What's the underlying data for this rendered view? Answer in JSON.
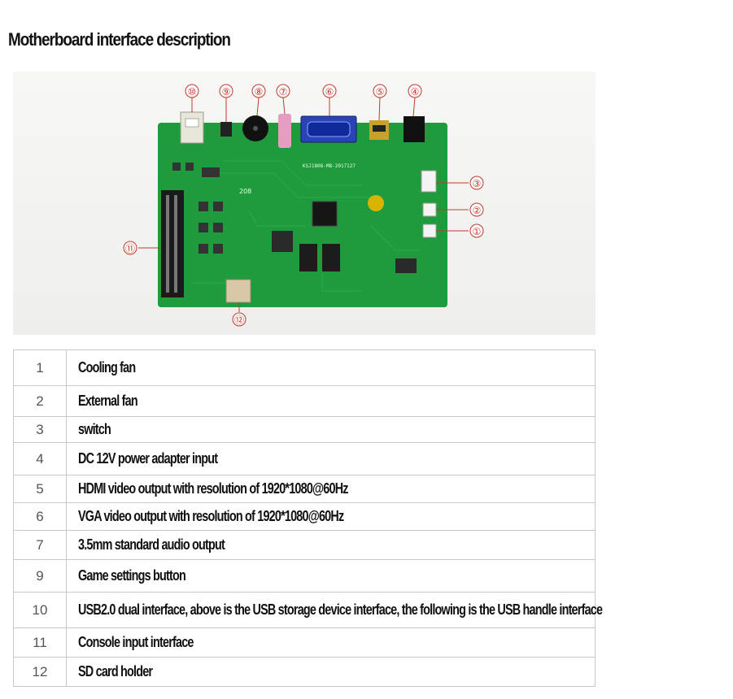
{
  "page": {
    "title": "Motherboard interface description"
  },
  "callouts": [
    "⑩",
    "⑨",
    "⑧",
    "⑦",
    "⑥",
    "⑤",
    "④",
    "③",
    "②",
    "①",
    "⑪",
    "⑫"
  ],
  "board_text": {
    "model": "KSJ1808-MB-2017127",
    "silk": "208"
  },
  "interfaces": [
    {
      "num": "1",
      "desc": "Cooling fan"
    },
    {
      "num": "2",
      "desc": "External fan"
    },
    {
      "num": "3",
      "desc": "switch"
    },
    {
      "num": "4",
      "desc": "DC 12V power adapter input"
    },
    {
      "num": "5",
      "desc": "HDMI video output with resolution of 1920*1080@60Hz"
    },
    {
      "num": "6",
      "desc": "VGA video output with resolution of 1920*1080@60Hz"
    },
    {
      "num": "7",
      "desc": "3.5mm standard audio output"
    },
    {
      "num": "9",
      "desc": "Game settings button"
    },
    {
      "num": "10",
      "desc": "USB2.0 dual interface, above is the USB storage device interface, the following is the USB handle interface"
    },
    {
      "num": "11",
      "desc": "Console input interface"
    },
    {
      "num": "12",
      "desc": "SD card holder"
    }
  ],
  "colors": {
    "pcb": "#1f9a3c",
    "callout": "#c0392b",
    "table_border": "#c8c8c8"
  }
}
